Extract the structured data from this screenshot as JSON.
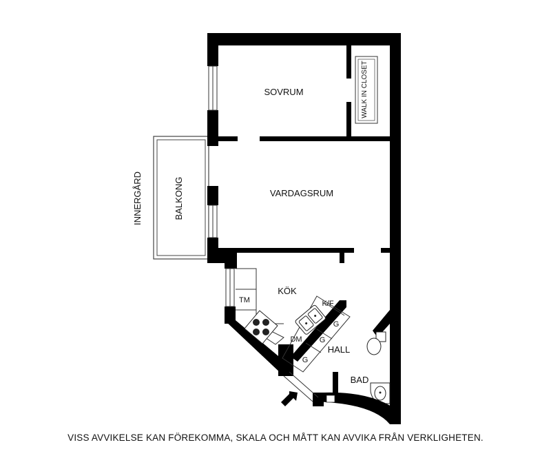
{
  "rooms": {
    "sovrum": "SOVRUM",
    "walk_in_closet": "WALK IN CLOSET",
    "vardagsrum": "VARDAGSRUM",
    "balkong": "BALKONG",
    "innergard": "INNERGÅRD",
    "kok": "KÖK",
    "hall": "HALL",
    "bad": "BAD"
  },
  "fixtures": {
    "tm": "TM",
    "dm": "DM",
    "kf": "K/F",
    "g1": "G",
    "g2": "G",
    "g3": "G"
  },
  "disclaimer": "VISS AVVIKELSE KAN FÖREKOMMA, SKALA OCH MÅTT KAN AVVIKA FRÅN VERKLIGHETEN.",
  "icons": [
    "entrance-arrow-icon",
    "stove-icon",
    "sink-icon",
    "toilet-icon",
    "washbasin-icon",
    "window-icon"
  ],
  "colors": {
    "wall": "#000000",
    "background": "#ffffff",
    "line": "#333333"
  }
}
